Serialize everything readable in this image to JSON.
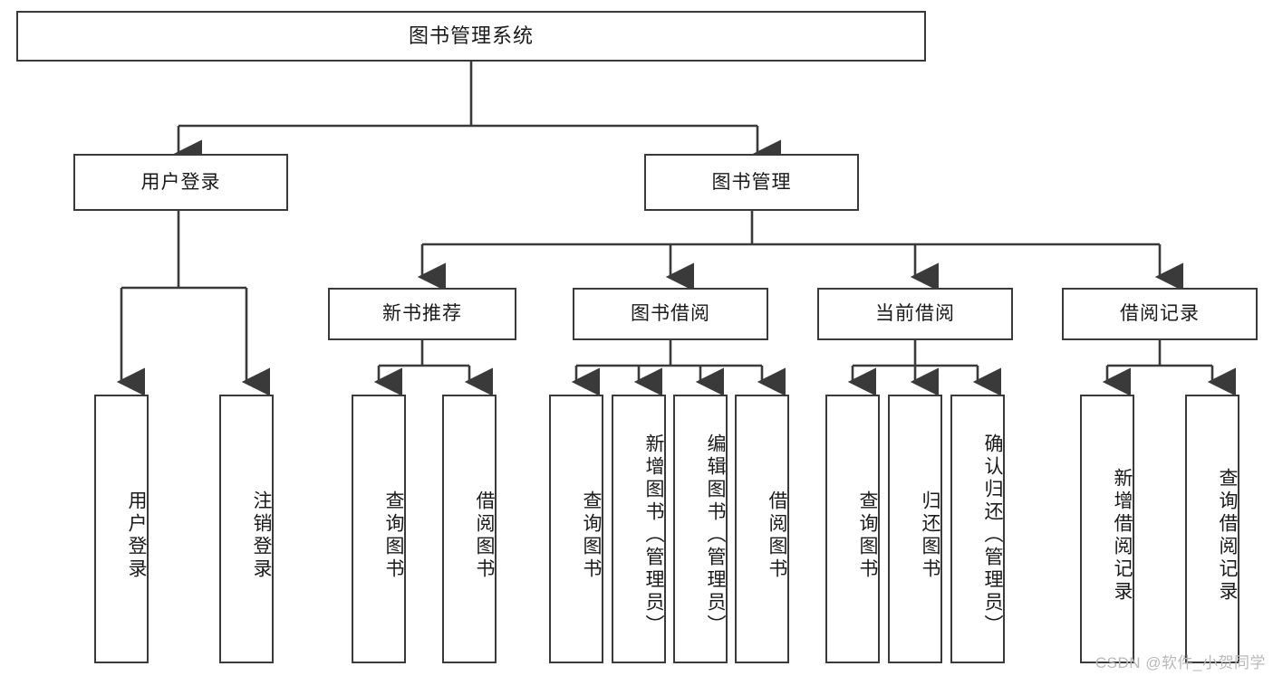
{
  "diagram": {
    "title": "图书管理系统",
    "type": "tree-hierarchy-diagram",
    "colors": {
      "box_border": "#3a3a3a",
      "box_fill": "#ffffff",
      "connector": "#3a3a3a",
      "background": "#ffffff",
      "watermark": "#b9b9b9"
    },
    "root": {
      "label": "图书管理系统"
    },
    "level1": [
      {
        "label": "用户登录"
      },
      {
        "label": "图书管理"
      }
    ],
    "level2": [
      {
        "label": "新书推荐"
      },
      {
        "label": "图书借阅"
      },
      {
        "label": "当前借阅"
      },
      {
        "label": "借阅记录"
      }
    ],
    "leaves": {
      "user_login": [
        {
          "label": "用户登录"
        },
        {
          "label": "注销登录"
        }
      ],
      "new_book_recommend": [
        {
          "label": "查询图书"
        },
        {
          "label": "借阅图书"
        }
      ],
      "book_borrow": [
        {
          "label": "查询图书"
        },
        {
          "label": "新增图书（管理员）"
        },
        {
          "label": "编辑图书（管理员）"
        },
        {
          "label": "借阅图书"
        }
      ],
      "current_borrow": [
        {
          "label": "查询图书"
        },
        {
          "label": "归还图书"
        },
        {
          "label": "确认归还（管理员）"
        }
      ],
      "borrow_record": [
        {
          "label": "新增借阅记录"
        },
        {
          "label": "查询借阅记录"
        }
      ]
    },
    "watermark": "CSDN @软件_小贺同学"
  }
}
